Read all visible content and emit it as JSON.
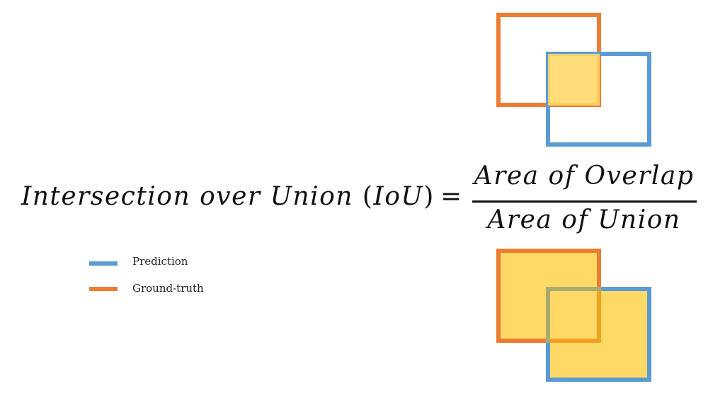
{
  "formula": {
    "lhs_prefix": "Intersection over Union ",
    "lhs_open_paren": "(",
    "lhs_abbrev": "IoU",
    "lhs_close_paren": ")",
    "equals": "=",
    "numerator": "Area of Overlap",
    "denominator": "Area of Union"
  },
  "legend": {
    "items": [
      {
        "label": "Prediction",
        "color": "#5B9BD5"
      },
      {
        "label": "Ground-truth",
        "color": "#ED7D31"
      }
    ]
  },
  "colors": {
    "prediction": "#5B9BD5",
    "ground_truth": "#ED7D31",
    "area_fill": "#FFD966"
  },
  "diagrams": {
    "overlap": {
      "caption_role": "numerator",
      "description": "intersection region filled"
    },
    "union": {
      "caption_role": "denominator",
      "description": "union region filled"
    }
  }
}
